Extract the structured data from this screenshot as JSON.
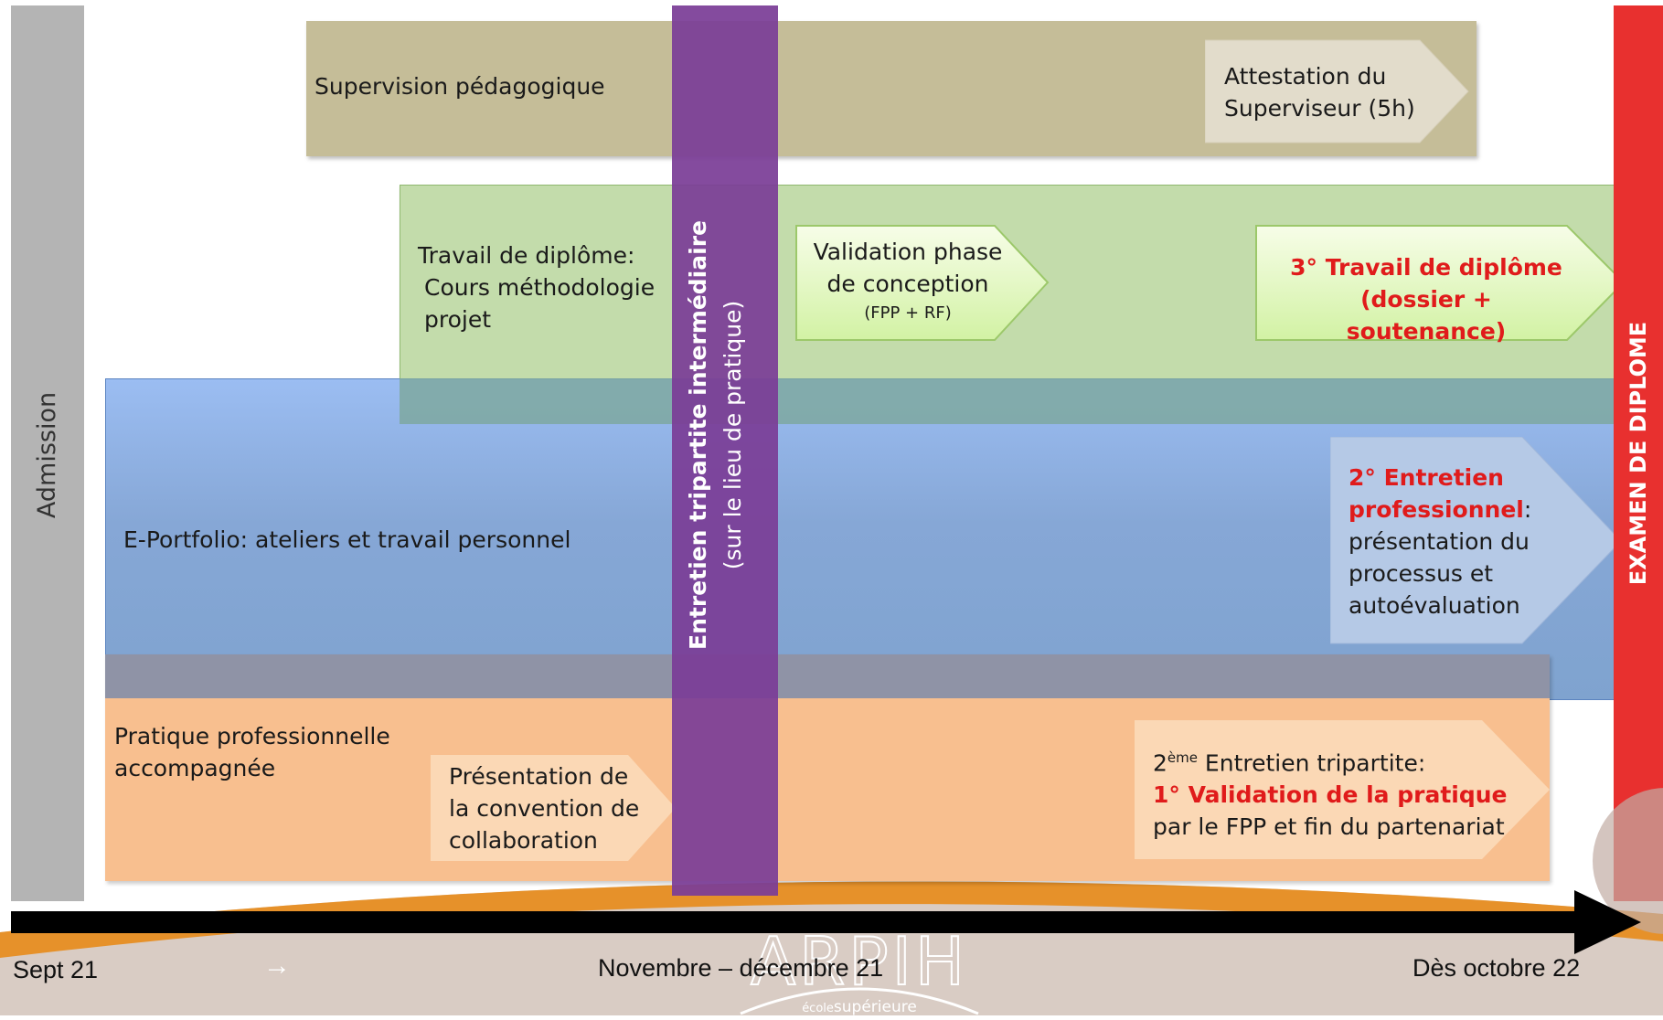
{
  "admission_label": "Admission",
  "exam_label": "EXAMEN DE DIPLOME",
  "supervision": {
    "title": "Supervision pédagogique",
    "arrow_line1": "Attestation du",
    "arrow_line2": "Superviseur (5h)"
  },
  "diploma_work": {
    "line1": "Travail de diplôme:",
    "line2": "Cours méthodologie",
    "line3": "projet",
    "validation_line1": "Validation phase",
    "validation_line2": "de conception",
    "validation_line3": "(FPP + RF)",
    "final_line1": "3° Travail de diplôme",
    "final_line2": "(dossier + soutenance)"
  },
  "portfolio": {
    "title": "E-Portfolio: ateliers et travail personnel",
    "interview_line1": "2° Entretien",
    "interview_line2": "professionnel",
    "interview_colon": ":",
    "interview_line3": "présentation du",
    "interview_line4": "processus et",
    "interview_line5": "autoévaluation"
  },
  "practice": {
    "line1": "Pratique professionnelle",
    "line2": "accompagnée",
    "convention_line1": "Présentation de",
    "convention_line2": "la convention de",
    "convention_line3": "collaboration",
    "tripartite_prefix": "2",
    "tripartite_sup": "ème",
    "tripartite_rest": " Entretien tripartite:",
    "validation": "1° Validation de la pratique",
    "end": "par le FPP et fin du partenariat"
  },
  "intermediate": {
    "title": "Entretien tripartite intermédiaire",
    "subtitle": "(sur le lieu de pratique)"
  },
  "timeline": {
    "start": "Sept 21",
    "middle": "Novembre – décembre 21",
    "end": "Dès octobre 22",
    "arrow_glyph": "→"
  },
  "logo": {
    "name": "ARPIH",
    "tagline_small": "école",
    "tagline": "supérieure"
  },
  "colors": {
    "supervision": "#c5bd98",
    "diploma": "#c3dcab",
    "portfolio": "#8aabd9",
    "practice": "#f8bf8f",
    "purple": "#7a3e95",
    "exam_red": "#e8302f",
    "admission_gray": "#b4b4b4"
  }
}
